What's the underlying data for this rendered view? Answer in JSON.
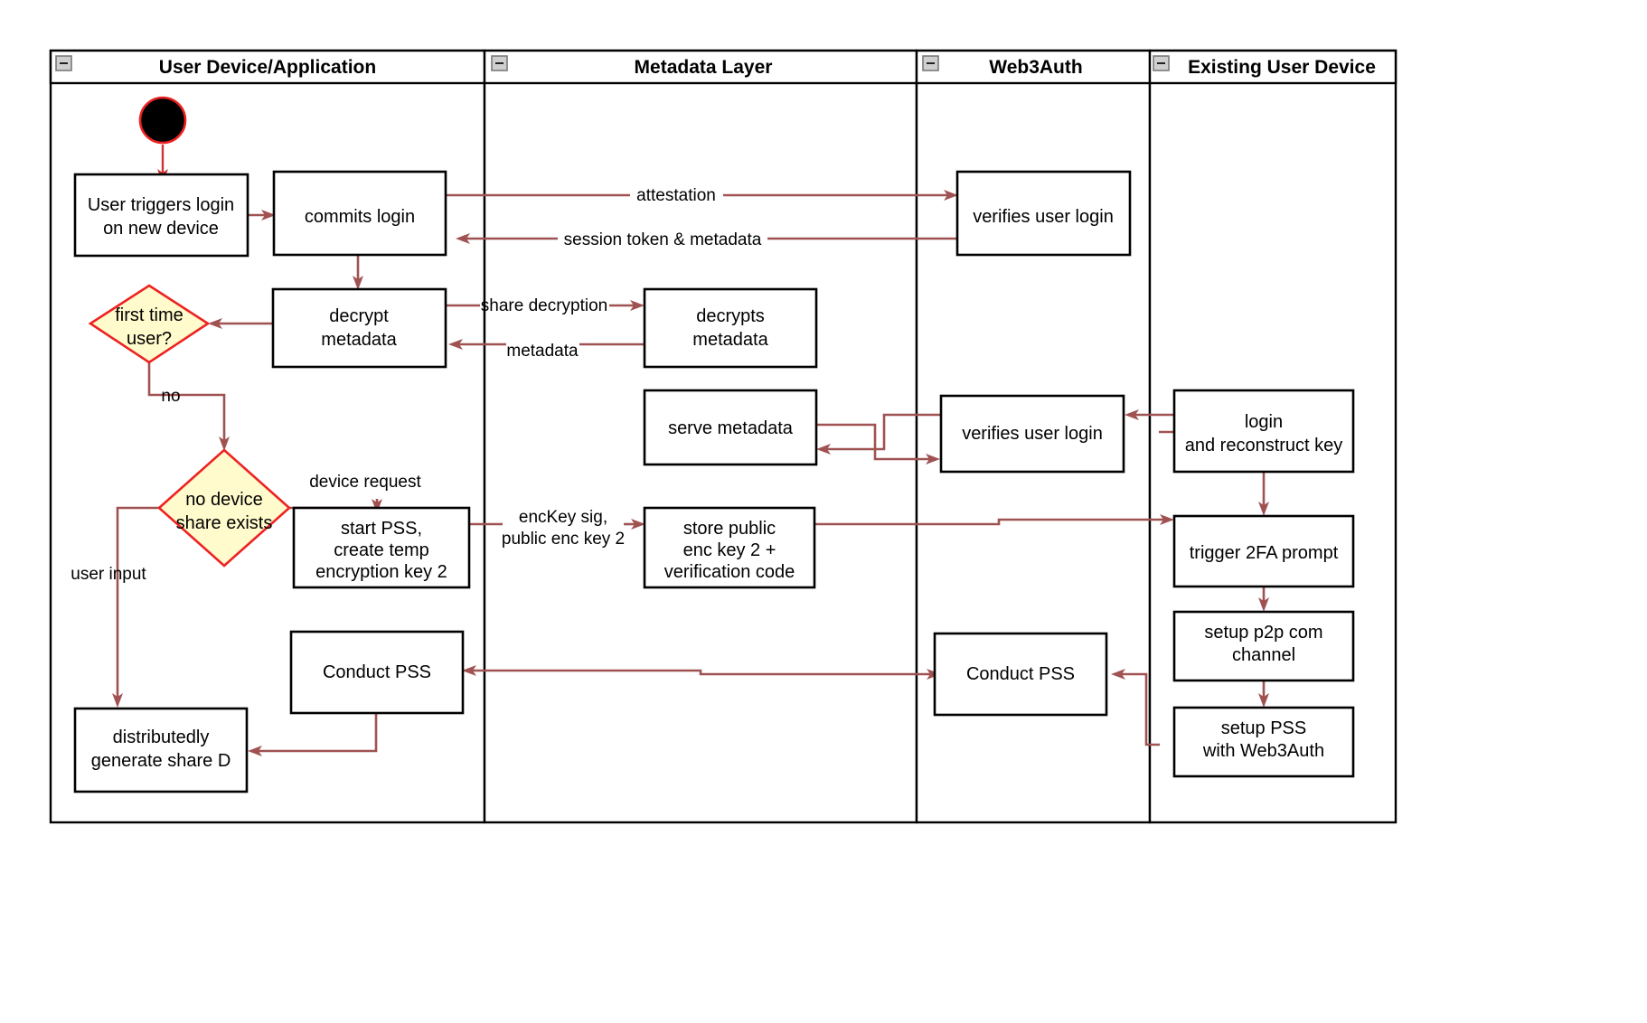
{
  "diagram": {
    "title": "Web3Auth new-device login activity diagram",
    "type": "swimlane-activity-diagram",
    "colors": {
      "background": "#ffffff",
      "node_fill": "#ffffff",
      "node_stroke": "#000000",
      "decision_fill": "#fffbcc",
      "decision_stroke": "#ee2222",
      "flow_stroke": "#a05252",
      "start_fill": "#000000",
      "start_stroke": "#ee2222",
      "collapse_icon_fill": "#cfcfcf"
    },
    "lanes": [
      {
        "id": "lane-user-device",
        "label": "User Device/Application",
        "collapse_icon": "collapse-minus-icon"
      },
      {
        "id": "lane-metadata",
        "label": "Metadata Layer",
        "collapse_icon": "collapse-minus-icon"
      },
      {
        "id": "lane-web3auth",
        "label": "Web3Auth",
        "collapse_icon": "collapse-minus-icon"
      },
      {
        "id": "lane-existing-device",
        "label": "Existing User Device",
        "collapse_icon": "collapse-minus-icon"
      }
    ],
    "nodes": [
      {
        "id": "start",
        "shape": "initial-node",
        "label": ""
      },
      {
        "id": "user-triggers-login",
        "shape": "activity",
        "lines": [
          "User triggers login",
          "on new device"
        ]
      },
      {
        "id": "commits-login",
        "shape": "activity",
        "lines": [
          "commits login"
        ]
      },
      {
        "id": "verifies-user-login-1",
        "shape": "activity",
        "lines": [
          "verifies user login"
        ]
      },
      {
        "id": "decrypt-metadata",
        "shape": "activity",
        "lines": [
          "decrypt",
          "metadata"
        ]
      },
      {
        "id": "decrypts-metadata",
        "shape": "activity",
        "lines": [
          "decrypts",
          "metadata"
        ]
      },
      {
        "id": "first-time-user",
        "shape": "decision",
        "lines": [
          "first time",
          "user?"
        ]
      },
      {
        "id": "serve-metadata",
        "shape": "activity",
        "lines": [
          "serve metadata"
        ]
      },
      {
        "id": "verifies-user-login-2",
        "shape": "activity",
        "lines": [
          "verifies user login"
        ]
      },
      {
        "id": "login-reconstruct-key",
        "shape": "activity",
        "lines": [
          "login",
          "and reconstruct key"
        ]
      },
      {
        "id": "no-device-share-exists",
        "shape": "decision",
        "lines": [
          "no device",
          "share exists"
        ]
      },
      {
        "id": "start-pss-create-temp-key",
        "shape": "activity",
        "lines": [
          "start PSS,",
          "create temp",
          "encryption key 2"
        ]
      },
      {
        "id": "store-public-enc-key",
        "shape": "activity",
        "lines": [
          "store public",
          "enc key 2 +",
          "verification code"
        ]
      },
      {
        "id": "trigger-2fa-prompt",
        "shape": "activity",
        "lines": [
          "trigger 2FA prompt"
        ]
      },
      {
        "id": "setup-p2p-com-channel",
        "shape": "activity",
        "lines": [
          "setup p2p com",
          "channel"
        ]
      },
      {
        "id": "conduct-pss-user",
        "shape": "activity",
        "lines": [
          "Conduct PSS"
        ]
      },
      {
        "id": "conduct-pss-web3auth",
        "shape": "activity",
        "lines": [
          "Conduct PSS"
        ]
      },
      {
        "id": "setup-pss-with-web3auth",
        "shape": "activity",
        "lines": [
          "setup PSS",
          "with Web3Auth"
        ]
      },
      {
        "id": "distributedly-generate-share-d",
        "shape": "activity",
        "lines": [
          "distributedly",
          "generate share D"
        ]
      }
    ],
    "edges": [
      {
        "id": "edge-start-to-trigger",
        "from": "start",
        "to": "user-triggers-login",
        "label": ""
      },
      {
        "id": "edge-trigger-to-commits",
        "from": "user-triggers-login",
        "to": "commits-login",
        "label": ""
      },
      {
        "id": "edge-commits-to-verifies",
        "from": "commits-login",
        "to": "verifies-user-login-1",
        "label": "attestation"
      },
      {
        "id": "edge-verifies-to-commits",
        "from": "verifies-user-login-1",
        "to": "commits-login",
        "label": "session token & metadata"
      },
      {
        "id": "edge-commits-to-decrypt",
        "from": "commits-login",
        "to": "decrypt-metadata",
        "label": ""
      },
      {
        "id": "edge-decrypt-to-decrypts",
        "from": "decrypt-metadata",
        "to": "decrypts-metadata",
        "label": "share decryption"
      },
      {
        "id": "edge-decrypts-to-decrypt",
        "from": "decrypts-metadata",
        "to": "decrypt-metadata",
        "label": "metadata"
      },
      {
        "id": "edge-decrypt-to-firsttime",
        "from": "decrypt-metadata",
        "to": "first-time-user",
        "label": ""
      },
      {
        "id": "edge-firsttime-to-nodevice",
        "from": "first-time-user",
        "to": "no-device-share-exists",
        "label": "no"
      },
      {
        "id": "edge-existing-to-verifies2",
        "from": "login-reconstruct-key",
        "to": "verifies-user-login-2",
        "label": ""
      },
      {
        "id": "edge-verifies2-to-serve",
        "from": "verifies-user-login-2",
        "to": "serve-metadata",
        "label": ""
      },
      {
        "id": "edge-serve-to-verifies2",
        "from": "serve-metadata",
        "to": "verifies-user-login-2",
        "label": ""
      },
      {
        "id": "edge-nodevice-to-startpss",
        "from": "no-device-share-exists",
        "to": "start-pss-create-temp-key",
        "label": "device request"
      },
      {
        "id": "edge-startpss-to-store",
        "from": "start-pss-create-temp-key",
        "to": "store-public-enc-key",
        "label": "encKey sig,\npublic enc key 2"
      },
      {
        "id": "edge-store-to-2fa",
        "from": "store-public-enc-key",
        "to": "trigger-2fa-prompt",
        "label": ""
      },
      {
        "id": "edge-login-to-2fa",
        "from": "login-reconstruct-key",
        "to": "trigger-2fa-prompt",
        "label": ""
      },
      {
        "id": "edge-2fa-to-p2p",
        "from": "trigger-2fa-prompt",
        "to": "setup-p2p-com-channel",
        "label": ""
      },
      {
        "id": "edge-p2p-to-setuppss",
        "from": "setup-p2p-com-channel",
        "to": "setup-pss-with-web3auth",
        "label": ""
      },
      {
        "id": "edge-setuppss-to-conductpss-web3auth",
        "from": "setup-pss-with-web3auth",
        "to": "conduct-pss-web3auth",
        "label": ""
      },
      {
        "id": "edge-conductpss-link",
        "from": "conduct-pss-web3auth",
        "to": "conduct-pss-user",
        "label": ""
      },
      {
        "id": "edge-conductpss-to-share-d",
        "from": "conduct-pss-user",
        "to": "distributedly-generate-share-d",
        "label": ""
      },
      {
        "id": "edge-nodevice-to-share-d",
        "from": "no-device-share-exists",
        "to": "distributedly-generate-share-d",
        "label": "user input"
      }
    ],
    "edge_labels": {
      "attestation": "attestation",
      "session_token": "session token & metadata",
      "share_decryption": "share decryption",
      "metadata": "metadata",
      "no": "no",
      "device_request": "device request",
      "enc_key_line1": "encKey sig,",
      "enc_key_line2": "public enc key 2",
      "user_input": "user input"
    },
    "node_labels": {
      "user_triggers_login_l1": "User triggers login",
      "user_triggers_login_l2": "on new device",
      "commits_login": "commits login",
      "verifies_user_login_1": "verifies user login",
      "decrypt_l1": "decrypt",
      "decrypt_l2": "metadata",
      "decrypts_l1": "decrypts",
      "decrypts_l2": "metadata",
      "first_time_l1": "first time",
      "first_time_l2": "user?",
      "serve_metadata": "serve metadata",
      "verifies_user_login_2": "verifies user login",
      "login_l1": "login",
      "login_l2": "and reconstruct key",
      "no_device_l1": "no device",
      "no_device_l2": "share exists",
      "start_pss_l1": "start PSS,",
      "start_pss_l2": "create temp",
      "start_pss_l3": "encryption key 2",
      "store_public_l1": "store public",
      "store_public_l2": "enc key 2 +",
      "store_public_l3": "verification code",
      "trigger_2fa": "trigger 2FA prompt",
      "setup_p2p_l1": "setup p2p com",
      "setup_p2p_l2": "channel",
      "conduct_pss_user": "Conduct PSS",
      "conduct_pss_web3auth": "Conduct PSS",
      "setup_pss_l1": "setup PSS",
      "setup_pss_l2": "with Web3Auth",
      "share_d_l1": "distributedly",
      "share_d_l2": "generate share D"
    }
  }
}
